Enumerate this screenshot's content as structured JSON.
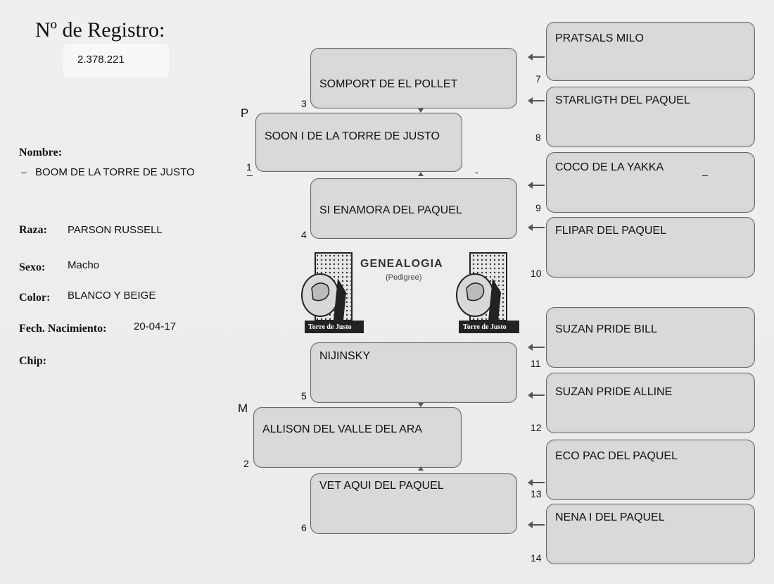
{
  "registro": {
    "label": "Nº de Registro:",
    "value": "2.378.221"
  },
  "info": {
    "nombre_label": "Nombre:",
    "nombre": "BOOM DE LA TORRE DE JUSTO",
    "raza_label": "Raza:",
    "raza": "PARSON RUSSELL",
    "sexo_label": "Sexo:",
    "sexo": "Macho",
    "color_label": "Color:",
    "color": "BLANCO Y BEIGE",
    "fecha_label": "Fech. Nacimiento:",
    "fecha": "20-04-17",
    "chip_label": "Chip:"
  },
  "markers": {
    "p": "P",
    "m": "M"
  },
  "logo": {
    "title": "GENEALOGIA",
    "subtitle": "(Pedigree)",
    "emblem": "Torre de Justo"
  },
  "pedigree": [
    {
      "n": "1",
      "name": "SOON I DE LA TORRE DE JUSTO"
    },
    {
      "n": "2",
      "name": "ALLISON DEL VALLE DEL ARA"
    },
    {
      "n": "3",
      "name": "SOMPORT DE EL POLLET"
    },
    {
      "n": "4",
      "name": "SI ENAMORA DEL PAQUEL"
    },
    {
      "n": "5",
      "name": "NIJINSKY"
    },
    {
      "n": "6",
      "name": "VET AQUI DEL PAQUEL"
    },
    {
      "n": "7",
      "name": "PRATSALS MILO"
    },
    {
      "n": "8",
      "name": "STARLIGTH DEL PAQUEL"
    },
    {
      "n": "9",
      "name": "COCO DE LA YAKKA"
    },
    {
      "n": "10",
      "name": "FLIPAR DEL PAQUEL"
    },
    {
      "n": "11",
      "name": "SUZAN PRIDE BILL"
    },
    {
      "n": "12",
      "name": "SUZAN  PRIDE ALLINE"
    },
    {
      "n": "13",
      "name": "ECO PAC DEL PAQUEL"
    },
    {
      "n": "14",
      "name": "NENA I DEL PAQUEL"
    }
  ]
}
